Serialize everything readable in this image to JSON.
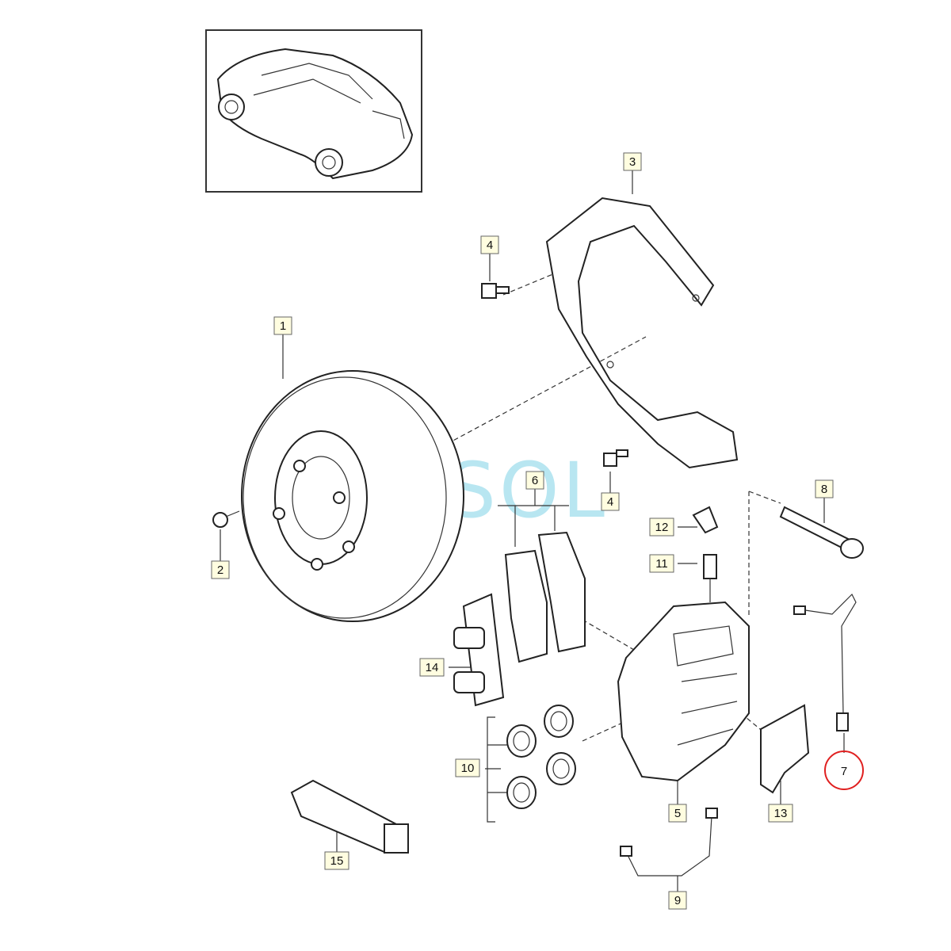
{
  "diagram": {
    "callouts": [
      {
        "number": "1"
      },
      {
        "number": "2"
      },
      {
        "number": "3"
      },
      {
        "number": "4"
      },
      {
        "number": "4"
      },
      {
        "number": "5"
      },
      {
        "number": "6"
      },
      {
        "number": "7",
        "highlighted": true
      },
      {
        "number": "8"
      },
      {
        "number": "9"
      },
      {
        "number": "10"
      },
      {
        "number": "11"
      },
      {
        "number": "12"
      },
      {
        "number": "13"
      },
      {
        "number": "14"
      },
      {
        "number": "15"
      }
    ],
    "highlight_color": "#e02020",
    "callout_box_color": "#fffde0",
    "watermark": {
      "text": "SOL",
      "color": "#7fd3e6"
    }
  }
}
